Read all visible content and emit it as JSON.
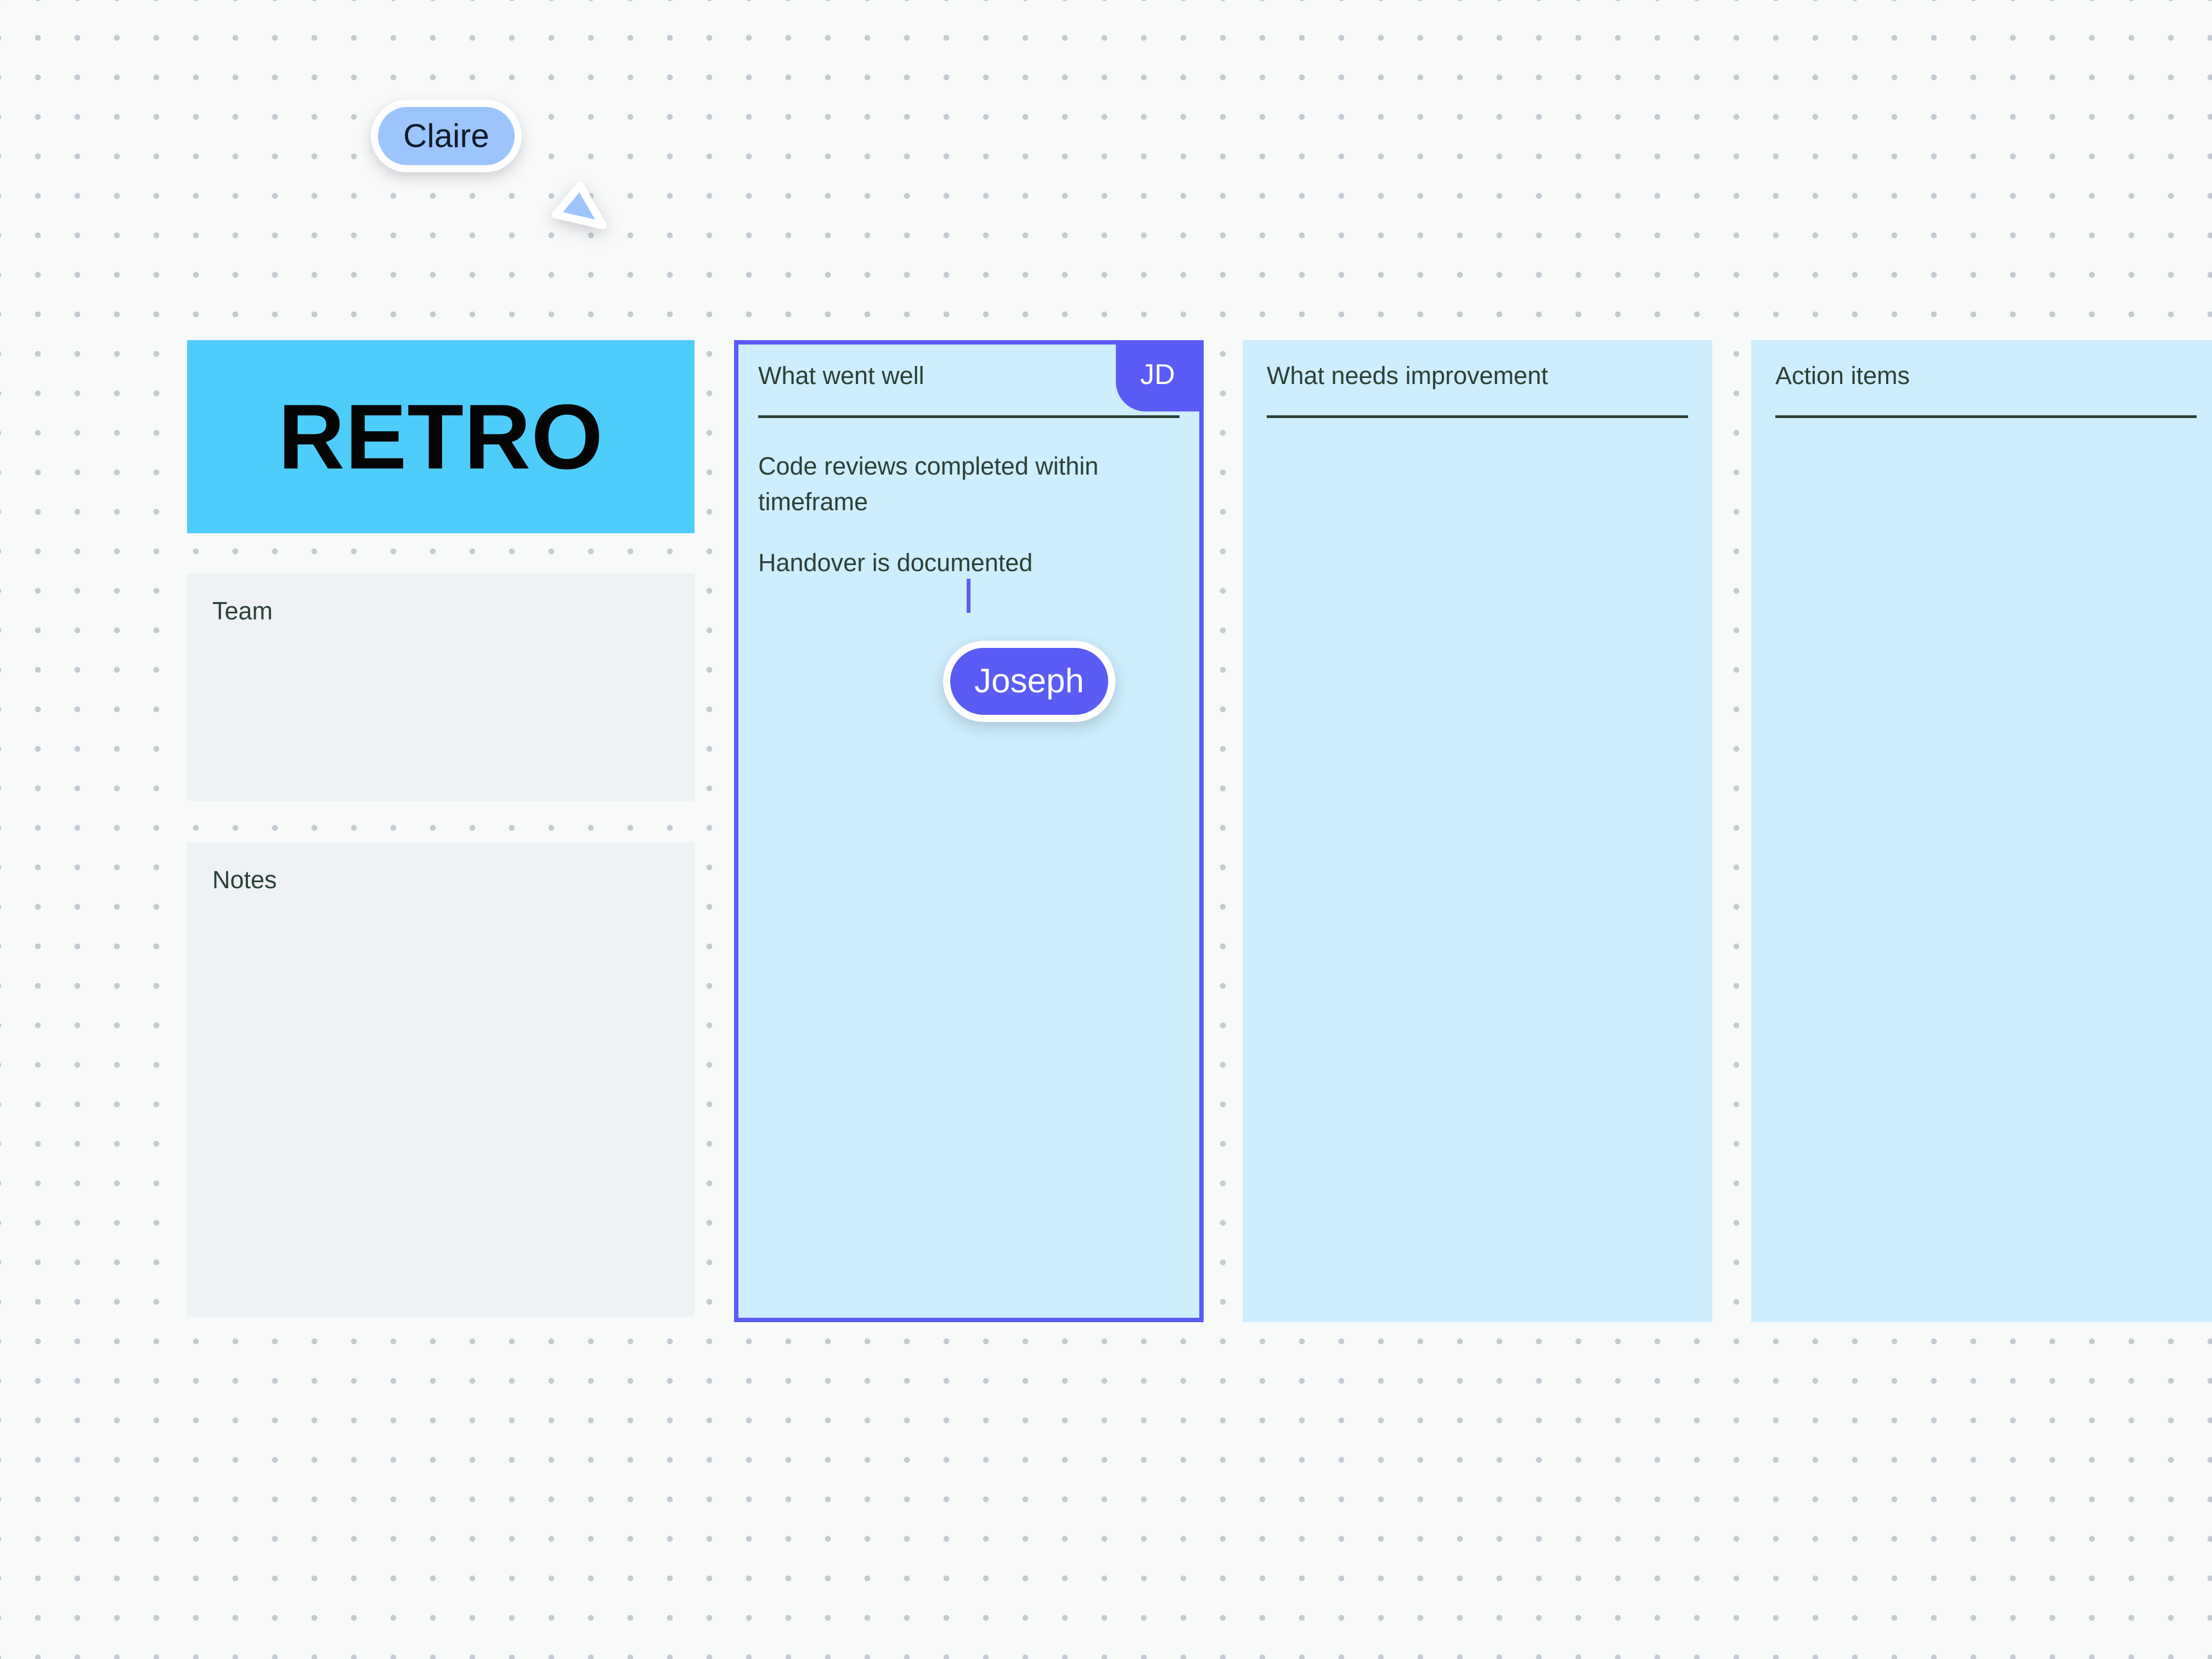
{
  "board": {
    "background_color": "#f8f9f9",
    "dot_color": "#c4cbd2"
  },
  "title_card": {
    "text": "RETRO",
    "background_color": "#4ecdfb",
    "text_color": "#050505"
  },
  "side_panels": [
    {
      "label": "Team",
      "content": ""
    },
    {
      "label": "Notes",
      "content": ""
    }
  ],
  "columns": [
    {
      "title": "What went well",
      "active": true,
      "avatar_initials": "JD",
      "notes": [
        "Code reviews completed within timeframe",
        "Handover is documented"
      ]
    },
    {
      "title": "What needs improvement",
      "active": false,
      "avatar_initials": "",
      "notes": []
    },
    {
      "title": "Action items",
      "active": false,
      "avatar_initials": "",
      "notes": []
    }
  ],
  "cursors": [
    {
      "name": "Claire",
      "color": "#9cc5fd",
      "text_color": "#0d1b2a"
    },
    {
      "name": "Joseph",
      "color": "#5b5bf5",
      "text_color": "#ffffff"
    }
  ],
  "accent_colors": {
    "selection": "#5b5bf5",
    "column_fill": "#cdeefc",
    "panel_fill": "#eef2f4",
    "ink": "#2c4038"
  }
}
